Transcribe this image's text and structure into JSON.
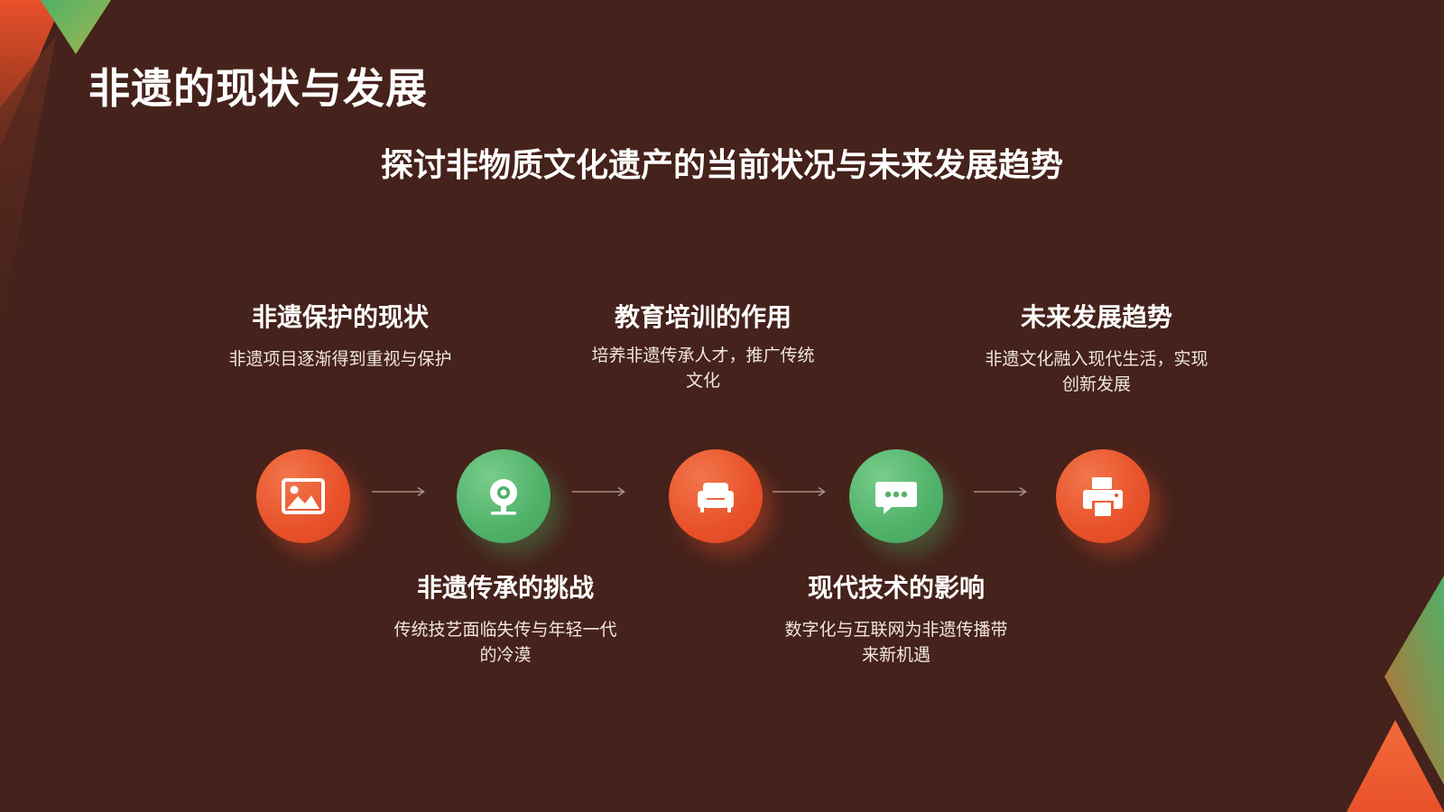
{
  "page": {
    "title": "非遗的现状与发展",
    "subtitle": "探讨非物质文化遗产的当前状况与未来发展趋势"
  },
  "colors": {
    "background": "#45221b",
    "accent_orange": "#e8512a",
    "accent_green": "#4fb268",
    "text": "#ffffff"
  },
  "steps": [
    {
      "title": "非遗保护的现状",
      "desc": "非遗项目逐渐得到重视与保护",
      "icon": "image-icon",
      "color": "orange"
    },
    {
      "title": "非遗传承的挑战",
      "desc": "传统技艺面临失传与年轻一代的冷漠",
      "icon": "webcam-icon",
      "color": "green"
    },
    {
      "title": "教育培训的作用",
      "desc": "培养非遗传承人才，推广传统文化",
      "icon": "sofa-icon",
      "color": "orange"
    },
    {
      "title": "现代技术的影响",
      "desc": "数字化与互联网为非遗传播带来新机遇",
      "icon": "chat-bubble-icon",
      "color": "green"
    },
    {
      "title": "未来发展趋势",
      "desc": "非遗文化融入现代生活，实现创新发展",
      "icon": "printer-icon",
      "color": "orange"
    }
  ]
}
